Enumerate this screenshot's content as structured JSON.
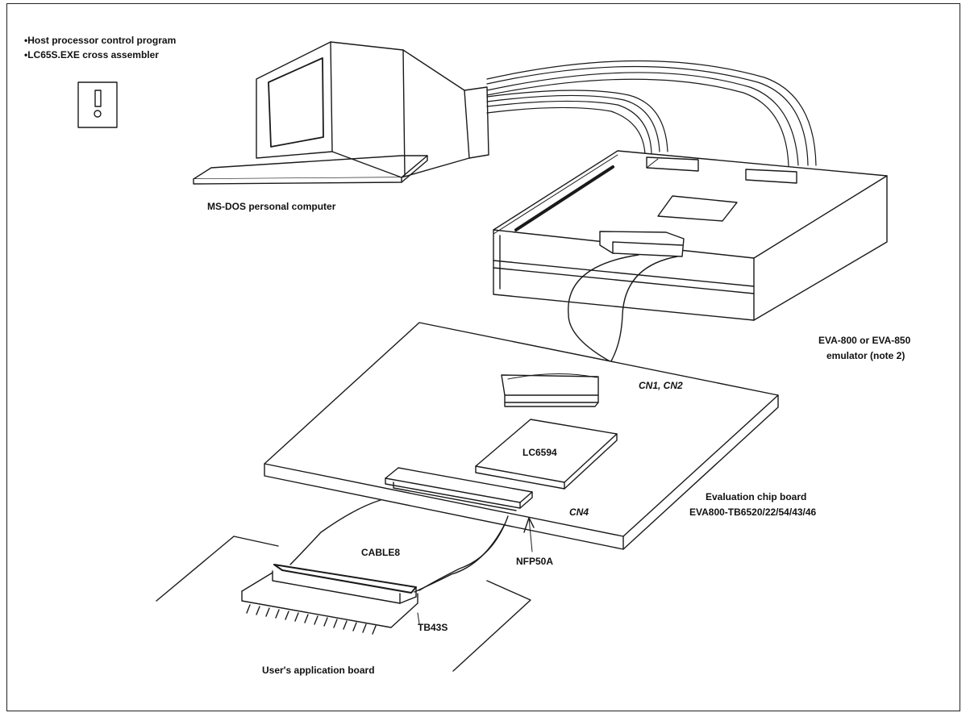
{
  "host_software": [
    "•Host processor control program",
    "•LC65S.EXE cross assembler"
  ],
  "labels": {
    "pc": "MS-DOS personal computer",
    "emulator_line1": "EVA-800 or EVA-850",
    "emulator_line2": "emulator (note 2)",
    "cn12": "CN1, CN2",
    "chip": "LC6594",
    "eval_line1": "Evaluation chip board",
    "eval_line2": "EVA800-TB6520/22/54/43/46",
    "cn4": "CN4",
    "cable": "CABLE8",
    "nfp": "NFP50A",
    "tb": "TB43S",
    "user_board": "User's application board"
  },
  "colors": {
    "line": "#1a1a1a",
    "background": "#ffffff"
  }
}
